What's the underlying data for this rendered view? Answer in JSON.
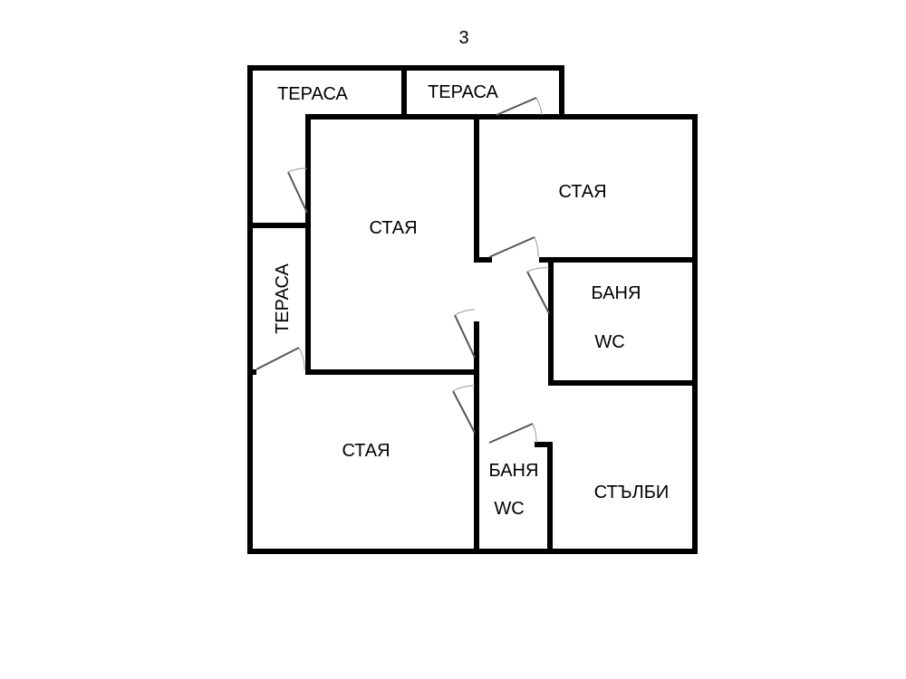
{
  "floor_number": "3",
  "rooms": {
    "terrace_top_left": "ТЕРАСА",
    "terrace_top_middle": "ТЕРАСА",
    "terrace_left": "ТЕРАСА",
    "room_center_left": "СТАЯ",
    "room_top_right": "СТАЯ",
    "room_bottom_left": "СТАЯ",
    "bathroom_right": "БАНЯ",
    "wc_right": "WC",
    "bathroom_bottom": "БАНЯ",
    "wc_bottom": "WC",
    "stairs": "СТЪЛБИ"
  },
  "colors": {
    "wall": "#000000",
    "door": "#555555",
    "background": "#ffffff"
  }
}
